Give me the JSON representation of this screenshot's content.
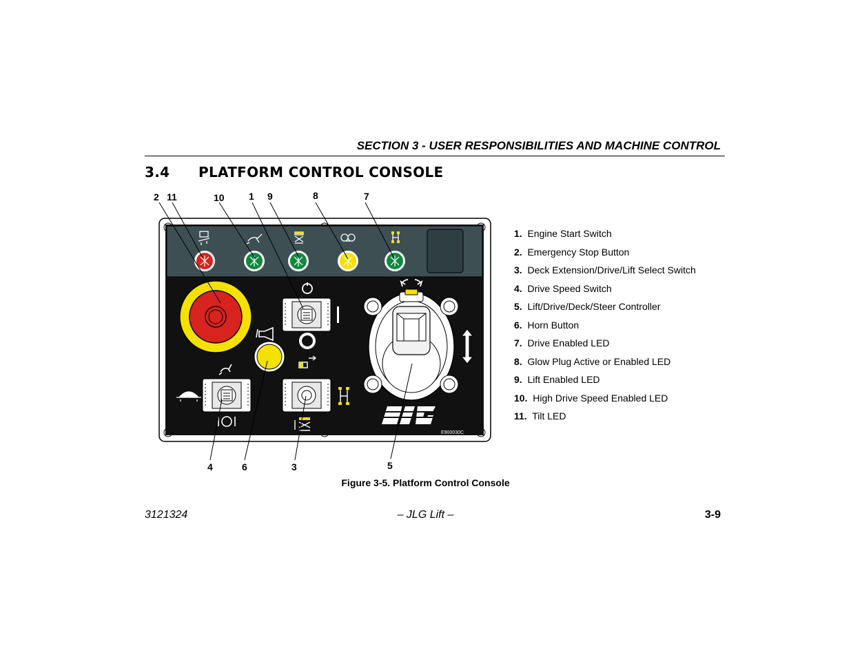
{
  "header": {
    "section": "SECTION 3 - USER RESPONSIBILITIES AND MACHINE CONTROL"
  },
  "title": {
    "number": "3.4",
    "text": "PLATFORM CONTROL CONSOLE"
  },
  "callouts_top": [
    "2",
    "11",
    "10",
    "1",
    "9",
    "8",
    "7"
  ],
  "callouts_bottom": [
    "4",
    "6",
    "3",
    "5"
  ],
  "legend": [
    {
      "num": "1.",
      "label": "Engine Start Switch"
    },
    {
      "num": "2.",
      "label": "Emergency Stop Button"
    },
    {
      "num": "3.",
      "label": "Deck Extension/Drive/Lift Select Switch"
    },
    {
      "num": "4.",
      "label": "Drive Speed Switch"
    },
    {
      "num": "5.",
      "label": "Lift/Drive/Deck/Steer Controller"
    },
    {
      "num": "6.",
      "label": "Horn Button"
    },
    {
      "num": "7.",
      "label": "Drive Enabled LED"
    },
    {
      "num": "8.",
      "label": "Glow Plug Active or Enabled LED"
    },
    {
      "num": "9.",
      "label": "Lift Enabled LED"
    },
    {
      "num": "10.",
      "label": " High Drive Speed Enabled LED"
    },
    {
      "num": "11.",
      "label": " Tilt LED"
    }
  ],
  "figure": {
    "caption": "Figure 3-5. Platform Control Console",
    "drawing_code": "E900030C",
    "logo": "JLG"
  },
  "colors": {
    "led_red": "#d8231f",
    "led_green": "#0f8a3c",
    "led_yellow": "#f4e100",
    "panel": "#111111",
    "strip": "#3d4f53"
  },
  "footer": {
    "doc_number": "3121324",
    "center": "– JLG Lift –",
    "page": "3-9"
  }
}
